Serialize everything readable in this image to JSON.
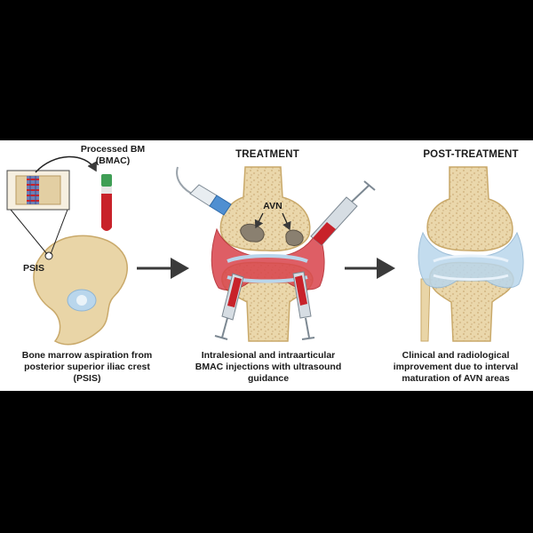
{
  "panels": {
    "aspiration": {
      "processed_label": "Processed BM",
      "processed_sub": "(BMAC)",
      "site_label": "PSIS",
      "caption": [
        "Bone marrow aspiration from",
        "posterior superior iliac crest",
        "(PSIS)"
      ]
    },
    "treatment": {
      "heading": "TREATMENT",
      "lesion_label": "AVN",
      "caption": [
        "Intralesional and intraarticular",
        "BMAC injections with ultrasound",
        "guidance"
      ]
    },
    "post_treatment": {
      "heading": "POST-TREATMENT",
      "caption": [
        "Clinical and radiological",
        "improvement due to interval",
        "maturation of AVN areas"
      ]
    }
  },
  "colors": {
    "bone": "#e9d5a7",
    "bone_dark": "#c9a96a",
    "marrow": "#c8222a",
    "cartilage": "#b9d6ec",
    "syringe": "#d6dde3",
    "arrow": "#3a3a3a"
  }
}
